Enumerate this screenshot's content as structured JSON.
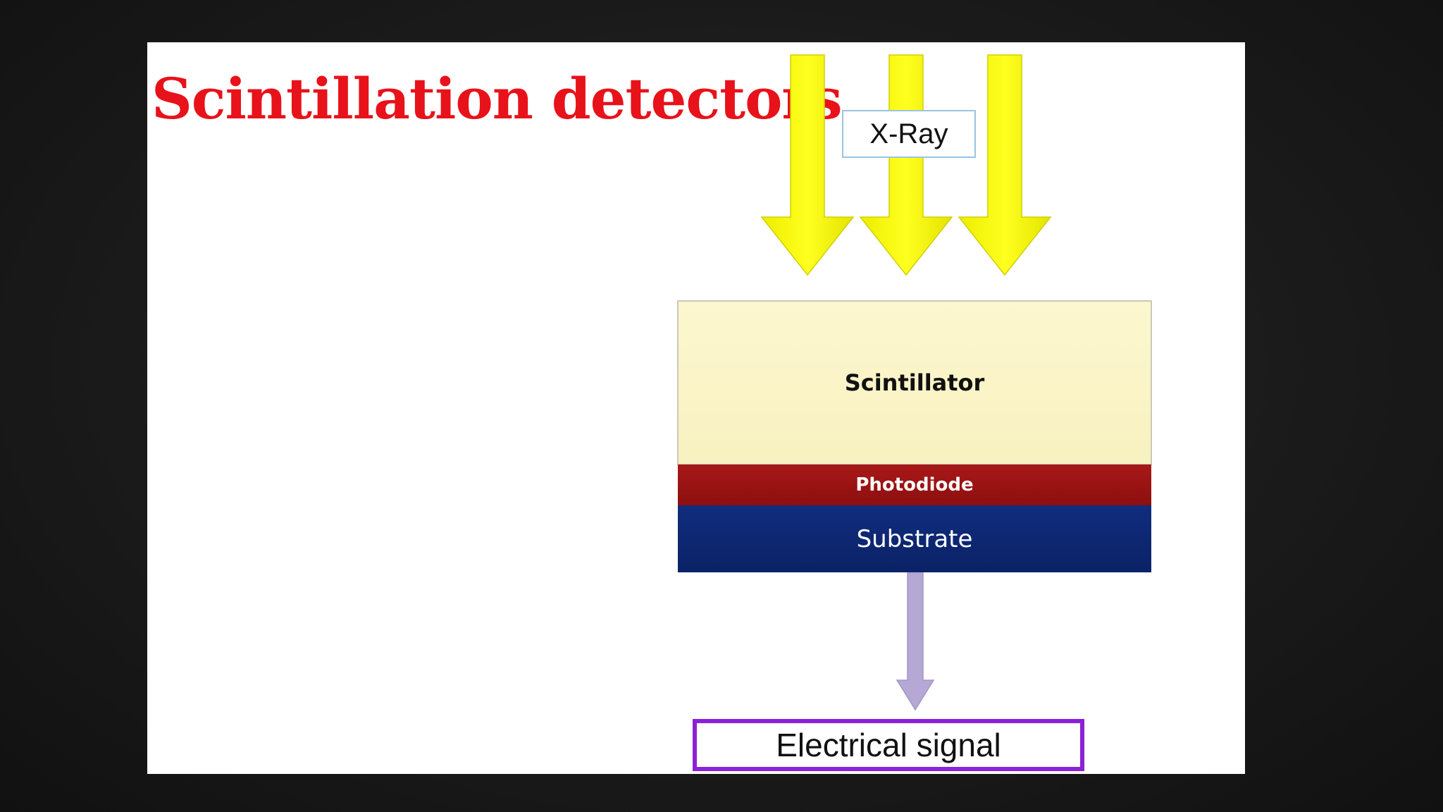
{
  "slide": {
    "title": "Scintillation detectors"
  },
  "diagram": {
    "xray_label": "X-Ray",
    "layers": {
      "scintillator": "Scintillator",
      "photodiode": "Photodiode",
      "substrate": "Substrate"
    },
    "output_label": "Electrical signal"
  },
  "colors": {
    "title": "#e8121a",
    "arrow_fill": "#f4f400",
    "arrow_edge": "#c8c800",
    "scintillator": "#fbf6c9",
    "photodiode": "#a01515",
    "substrate": "#0e2a78",
    "signal_arrow": "#b5a8d4",
    "signal_border": "#8b22d6"
  },
  "icons": {
    "xray_arrows": "down-arrow-icon",
    "signal_arrow": "down-arrow-icon"
  }
}
